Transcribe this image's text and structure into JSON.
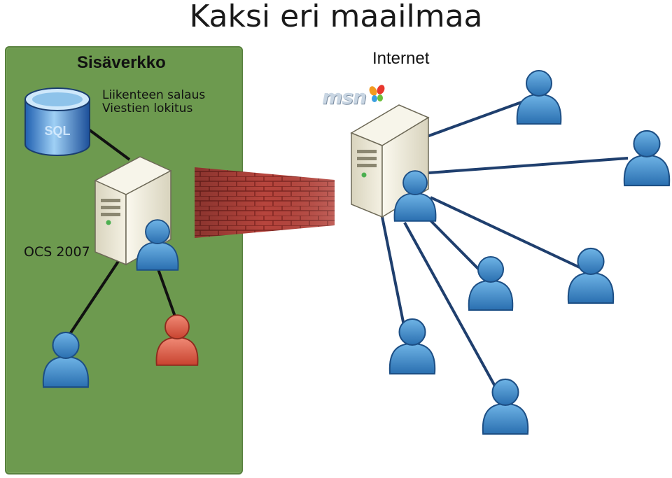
{
  "title": "Kaksi eri maailmaa",
  "internal": {
    "label": "Sisäverkko",
    "database_label": "SQL",
    "server_note_1": "Liikenteen salaus",
    "server_note_2": "Viestien lokitus",
    "server_name": "OCS 2007"
  },
  "internet": {
    "label": "Internet",
    "service_logo": "msn"
  },
  "colors": {
    "internal_zone": "#6d9a4f",
    "firewall": "#a43a33",
    "connection_line_internal": "#111111",
    "connection_line_internet": "#1f3f6e",
    "user_blue": "#3b8fd0",
    "user_red": "#e05a45"
  },
  "icons": [
    "database-icon",
    "server-icon",
    "user-icon",
    "firewall-icon",
    "msn-butterfly-icon"
  ]
}
